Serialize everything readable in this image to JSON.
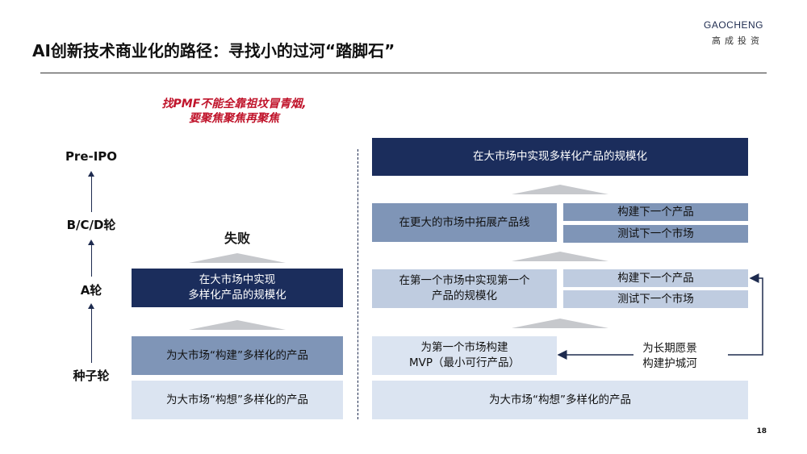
{
  "header": {
    "title": "AI创新技术商业化的路径：寻找小的过河“踏脚石”",
    "brand_en": "GAOCHENG",
    "brand_cn": "高成投资"
  },
  "tagline": {
    "line1": "找PMF不能全靠祖坟冒青烟,",
    "line2": "要聚焦聚焦再聚焦"
  },
  "stages": [
    "Pre-IPO",
    "B/C/D轮",
    "A轮",
    "种子轮"
  ],
  "left": {
    "fail_label": "失败",
    "top_box": {
      "line1": "在大市场中实现",
      "line2": "多样化产品的规模化"
    },
    "mid_box": "为大市场“构建”多样化的产品",
    "bottom_box": "为大市场“构想”多样化的产品"
  },
  "right": {
    "top_box": "在大市场中实现多样化产品的规模化",
    "row3_main": "在更大的市场中拓展产品线",
    "row3_build": "构建下一个产品",
    "row3_test": "测试下一个市场",
    "row2_main": {
      "line1": "在第一个市场中实现第一个",
      "line2": "产品的规模化"
    },
    "row2_build": "构建下一个产品",
    "row2_test": "测试下一个市场",
    "mvp_box": {
      "line1": "为第一个市场构建",
      "line2": "MVP（最小可行产品）"
    },
    "vision": {
      "line1": "为长期愿景",
      "line2": "构建护城河"
    },
    "bottom_box": "为大市场“构想”多样化的产品"
  },
  "page_number": "18",
  "colors": {
    "navy": "#1b2d5c",
    "mid": "#7f95b7",
    "light": "#dbe4f1",
    "red": "#c0142b"
  }
}
